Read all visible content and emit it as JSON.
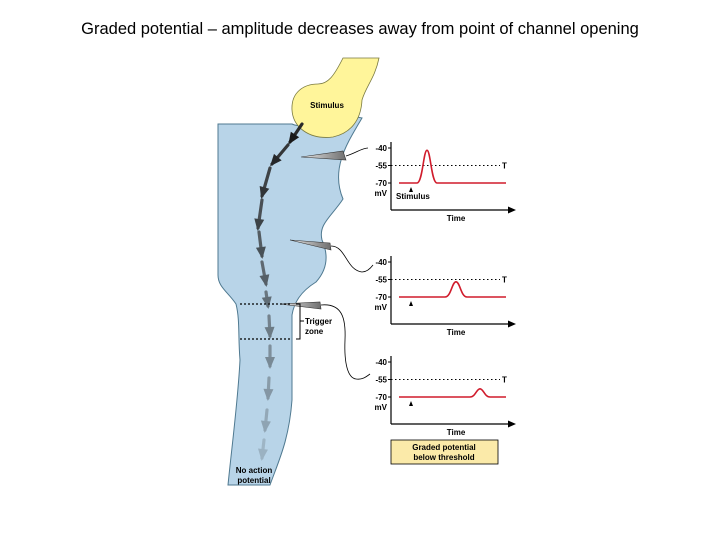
{
  "title": "Graded potential – amplitude decreases away from point of channel opening",
  "colors": {
    "neuron_fill": "#b8d4e8",
    "stimulus_fill": "#fff59a",
    "trace": "#d01c2c",
    "note_box_fill": "#fbeaa9"
  },
  "labels": {
    "stimulus_probe": "Stimulus",
    "trigger_zone_line1": "Trigger",
    "trigger_zone_line2": "zone",
    "no_ap_line1": "No action",
    "no_ap_line2": "potential",
    "threshold": "T",
    "unit": "mV",
    "time": "Time",
    "stimulus_marker": "Stimulus"
  },
  "ticks": [
    "-40",
    "-55",
    "-70"
  ],
  "recordings": [
    {
      "peak_mV": -42
    },
    {
      "peak_mV": -57
    },
    {
      "peak_mV": -63
    }
  ],
  "note": {
    "line1": "Graded potential",
    "line2": "below threshold"
  }
}
